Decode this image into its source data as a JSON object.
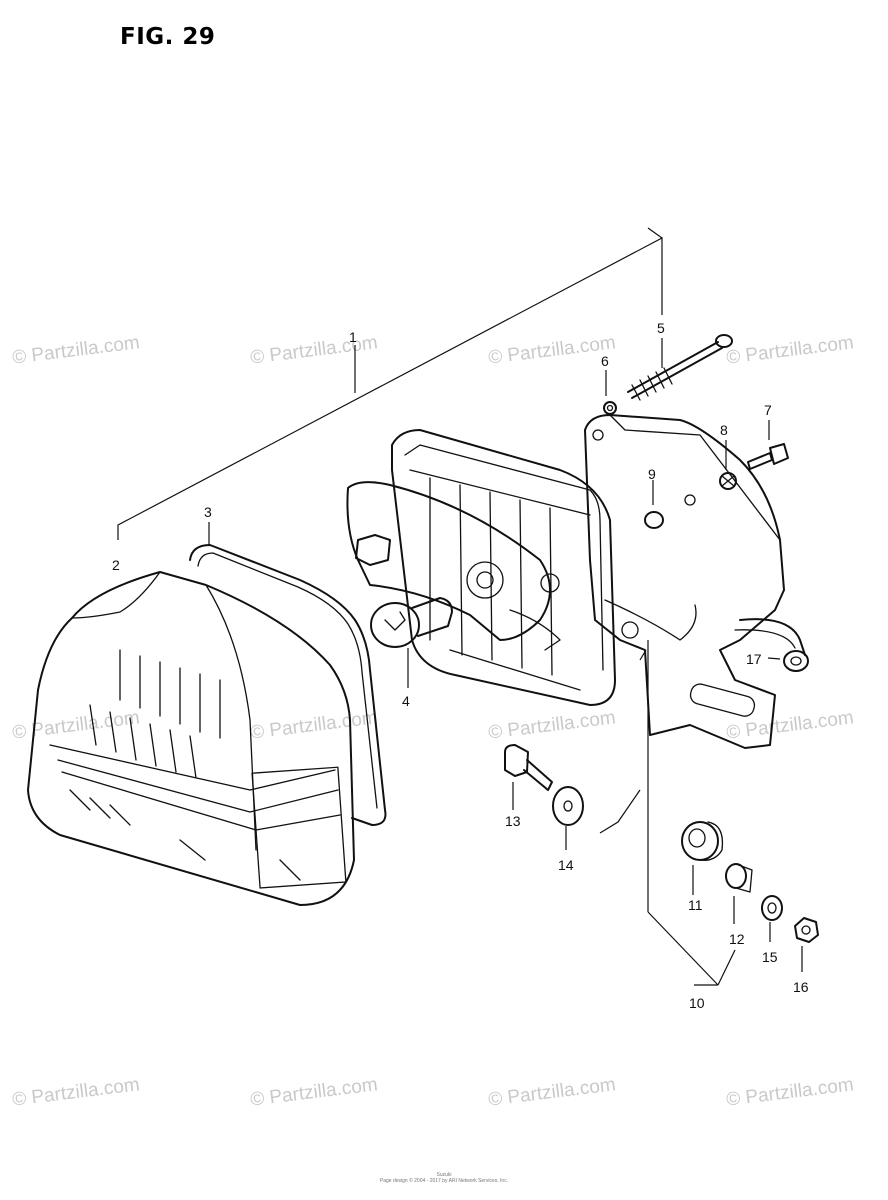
{
  "figure": {
    "title": "FIG. 29"
  },
  "watermark": {
    "text": "© Partzilla.com"
  },
  "callouts": [
    "1",
    "2",
    "3",
    "4",
    "5",
    "6",
    "7",
    "8",
    "9",
    "10",
    "11",
    "12",
    "13",
    "14",
    "15",
    "16",
    "17"
  ],
  "footer": {
    "line1": "Suzuki",
    "line2": "Page design © 2004 - 2017 by ARI Network Services, Inc."
  }
}
